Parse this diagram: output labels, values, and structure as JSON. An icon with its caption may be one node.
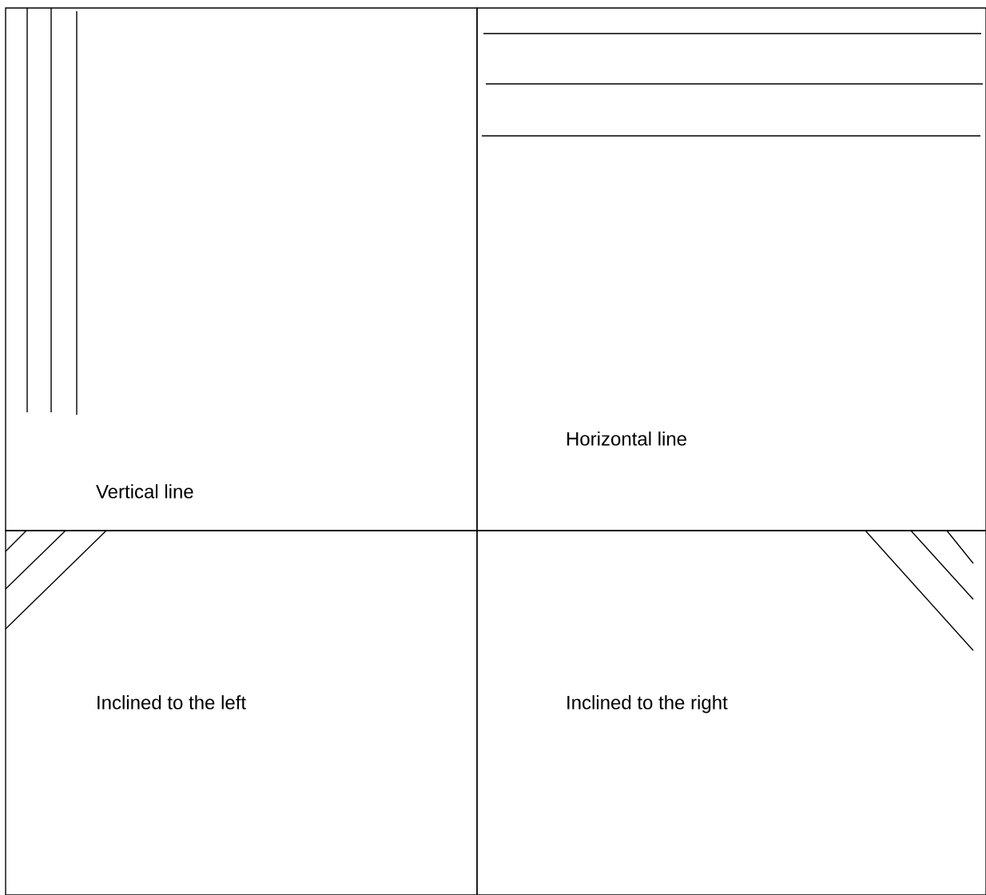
{
  "diagram": {
    "nodes": [
      {
        "text": [
          "Vertical line"
        ]
      },
      {
        "text": [
          "Horizontal line"
        ]
      },
      {
        "text": [
          "Inclined to the left"
        ]
      },
      {
        "text": [
          "Inclined to the right"
        ]
      }
    ]
  }
}
